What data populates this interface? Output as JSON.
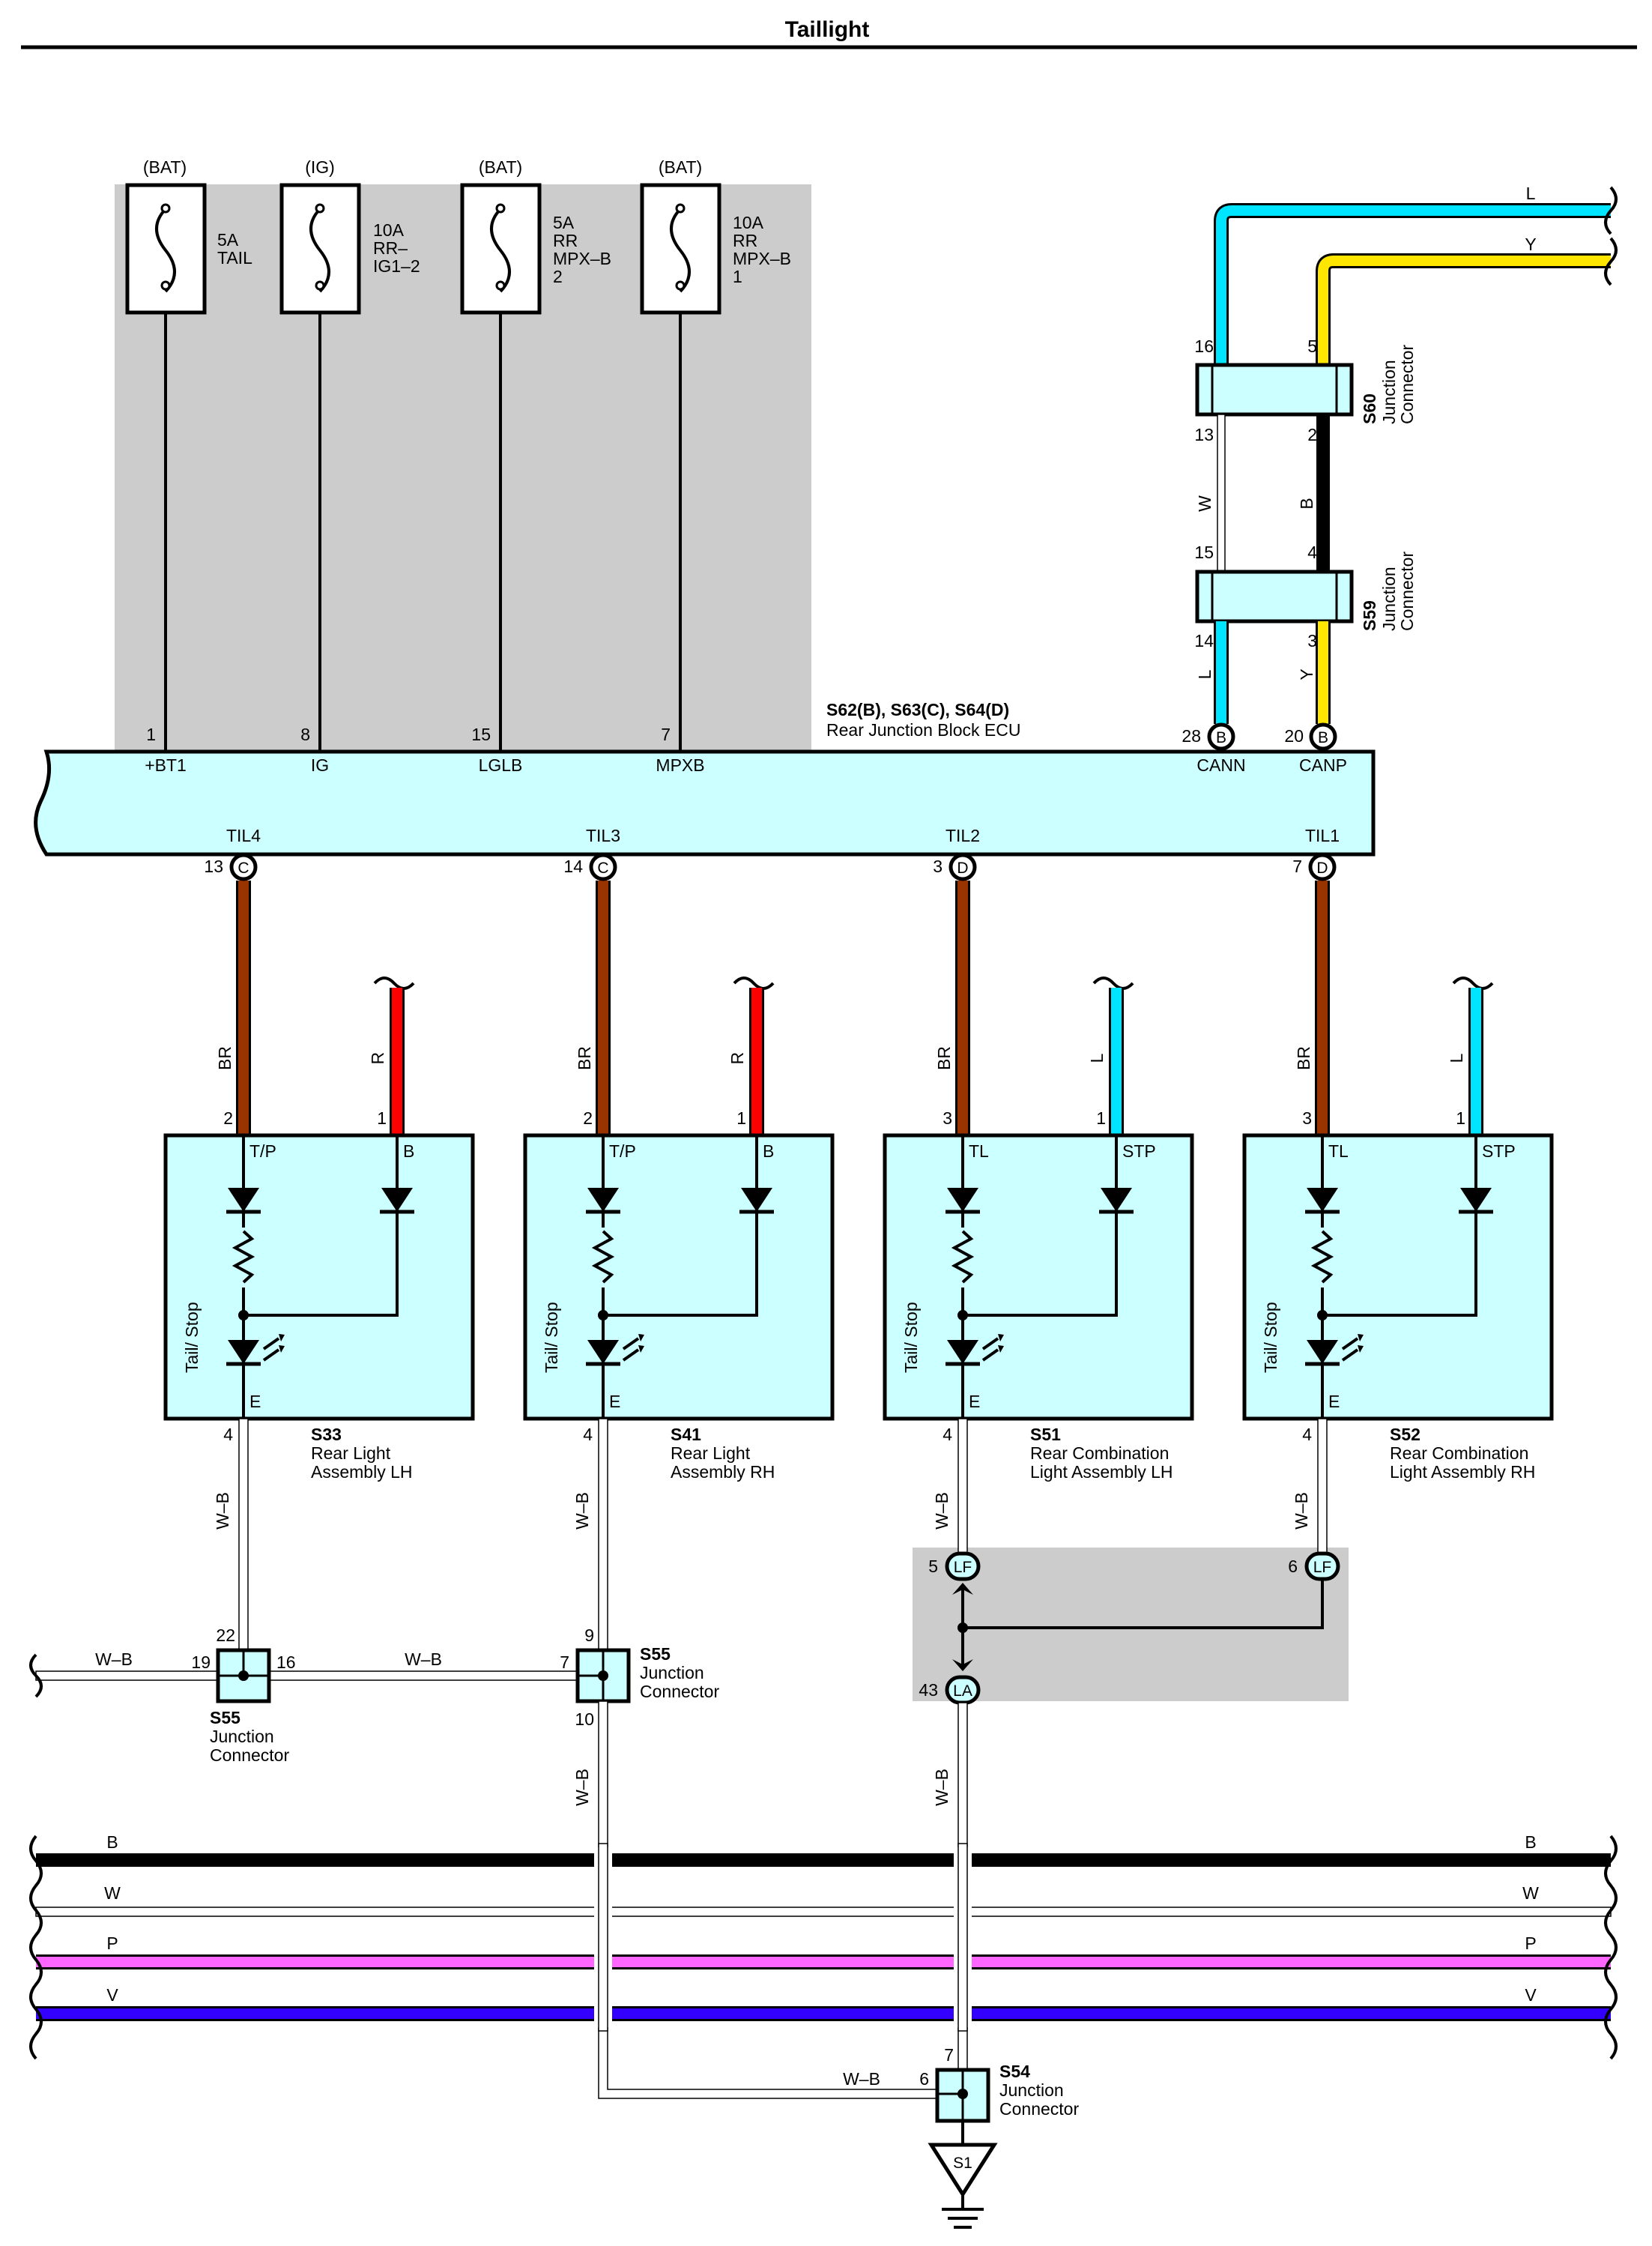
{
  "title": "Taillight",
  "colors": {
    "panel": "#ccffff",
    "shade": "#cccccc",
    "BR": "#993300",
    "R": "#ff0000",
    "L": "#00e5ff",
    "Y": "#ffe600",
    "B": "#000000",
    "W": "#ffffff",
    "P": "#ff66ff",
    "V": "#3300ff"
  },
  "fuses": [
    {
      "supply": "(BAT)",
      "l1": "5A",
      "l2": "TAIL",
      "l3": "",
      "l4": "",
      "pin": "1",
      "terminal": "+BT1"
    },
    {
      "supply": "(IG)",
      "l1": "10A",
      "l2": "RR–",
      "l3": "IG1–2",
      "l4": "",
      "pin": "8",
      "terminal": "IG"
    },
    {
      "supply": "(BAT)",
      "l1": "5A",
      "l2": "RR",
      "l3": "MPX–B",
      "l4": "2",
      "pin": "15",
      "terminal": "LGLB"
    },
    {
      "supply": "(BAT)",
      "l1": "10A",
      "l2": "RR",
      "l3": "MPX–B",
      "l4": "1",
      "pin": "7",
      "terminal": "MPXB"
    }
  ],
  "ecu": {
    "code": "S62(B), S63(C), S64(D)",
    "name": "Rear Junction Block ECU",
    "cann": {
      "pin": "28",
      "conn": "B",
      "label": "CANN"
    },
    "canp": {
      "pin": "20",
      "conn": "B",
      "label": "CANP"
    },
    "outputs": [
      {
        "label": "TIL4",
        "pin": "13",
        "conn": "C"
      },
      {
        "label": "TIL3",
        "pin": "14",
        "conn": "C"
      },
      {
        "label": "TIL2",
        "pin": "3",
        "conn": "D"
      },
      {
        "label": "TIL1",
        "pin": "7",
        "conn": "D"
      }
    ]
  },
  "can": {
    "top_l": "L",
    "top_y": "Y",
    "s60": {
      "code": "S60",
      "name1": "Junction",
      "name2": "Connector",
      "p16": "16",
      "p5": "5",
      "p13": "13",
      "p2": "2"
    },
    "s59": {
      "code": "S59",
      "name1": "Junction",
      "name2": "Connector",
      "p15": "15",
      "p4": "4",
      "p14": "14",
      "p3": "3"
    },
    "mid_w": "W",
    "mid_b": "B",
    "low_l": "L",
    "low_y": "Y"
  },
  "lamps": [
    {
      "code": "S33",
      "name1": "Rear Light",
      "name2": "Assembly LH",
      "wire_in": "BR",
      "pin_in": "2",
      "t_in": "T/P",
      "wire_aux": "R",
      "pin_aux": "1",
      "t_aux": "B",
      "bulb": "Tail/ Stop",
      "e": "E",
      "pin_e": "4",
      "wire_e": "W–B"
    },
    {
      "code": "S41",
      "name1": "Rear Light",
      "name2": "Assembly RH",
      "wire_in": "BR",
      "pin_in": "2",
      "t_in": "T/P",
      "wire_aux": "R",
      "pin_aux": "1",
      "t_aux": "B",
      "bulb": "Tail/ Stop",
      "e": "E",
      "pin_e": "4",
      "wire_e": "W–B"
    },
    {
      "code": "S51",
      "name1": "Rear Combination",
      "name2": "Light Assembly LH",
      "wire_in": "BR",
      "pin_in": "3",
      "t_in": "TL",
      "wire_aux": "L",
      "pin_aux": "1",
      "t_aux": "STP",
      "bulb": "Tail/ Stop",
      "e": "E",
      "pin_e": "4",
      "wire_e": "W–B"
    },
    {
      "code": "S52",
      "name1": "Rear Combination",
      "name2": "Light Assembly RH",
      "wire_in": "BR",
      "pin_in": "3",
      "t_in": "TL",
      "wire_aux": "L",
      "pin_aux": "1",
      "t_aux": "STP",
      "bulb": "Tail/ Stop",
      "e": "E",
      "pin_e": "4",
      "wire_e": "W–B"
    }
  ],
  "ground": {
    "s55a": {
      "code": "S55",
      "name1": "Junction",
      "name2": "Connector",
      "p22": "22",
      "p19": "19",
      "p16": "16"
    },
    "s55b": {
      "code": "S55",
      "name1": "Junction",
      "name2": "Connector",
      "p9": "9",
      "p7": "7",
      "p10": "10"
    },
    "wire_left": "W–B",
    "wire_mid": "W–B",
    "wire_s55b_down": "W–B",
    "lf_left_pin": "5",
    "lf_right_pin": "6",
    "lf": "LF",
    "la_pin": "43",
    "la": "LA",
    "wire_la_down": "W–B",
    "s54": {
      "code": "S54",
      "name1": "Junction",
      "name2": "Connector",
      "p7": "7",
      "p6": "6",
      "wire": "W–B"
    },
    "ground_point": "S1"
  },
  "bus": [
    {
      "name": "B",
      "color": "#000000"
    },
    {
      "name": "W",
      "color": "#ffffff"
    },
    {
      "name": "P",
      "color": "#ff66ff"
    },
    {
      "name": "V",
      "color": "#3300ff"
    }
  ]
}
